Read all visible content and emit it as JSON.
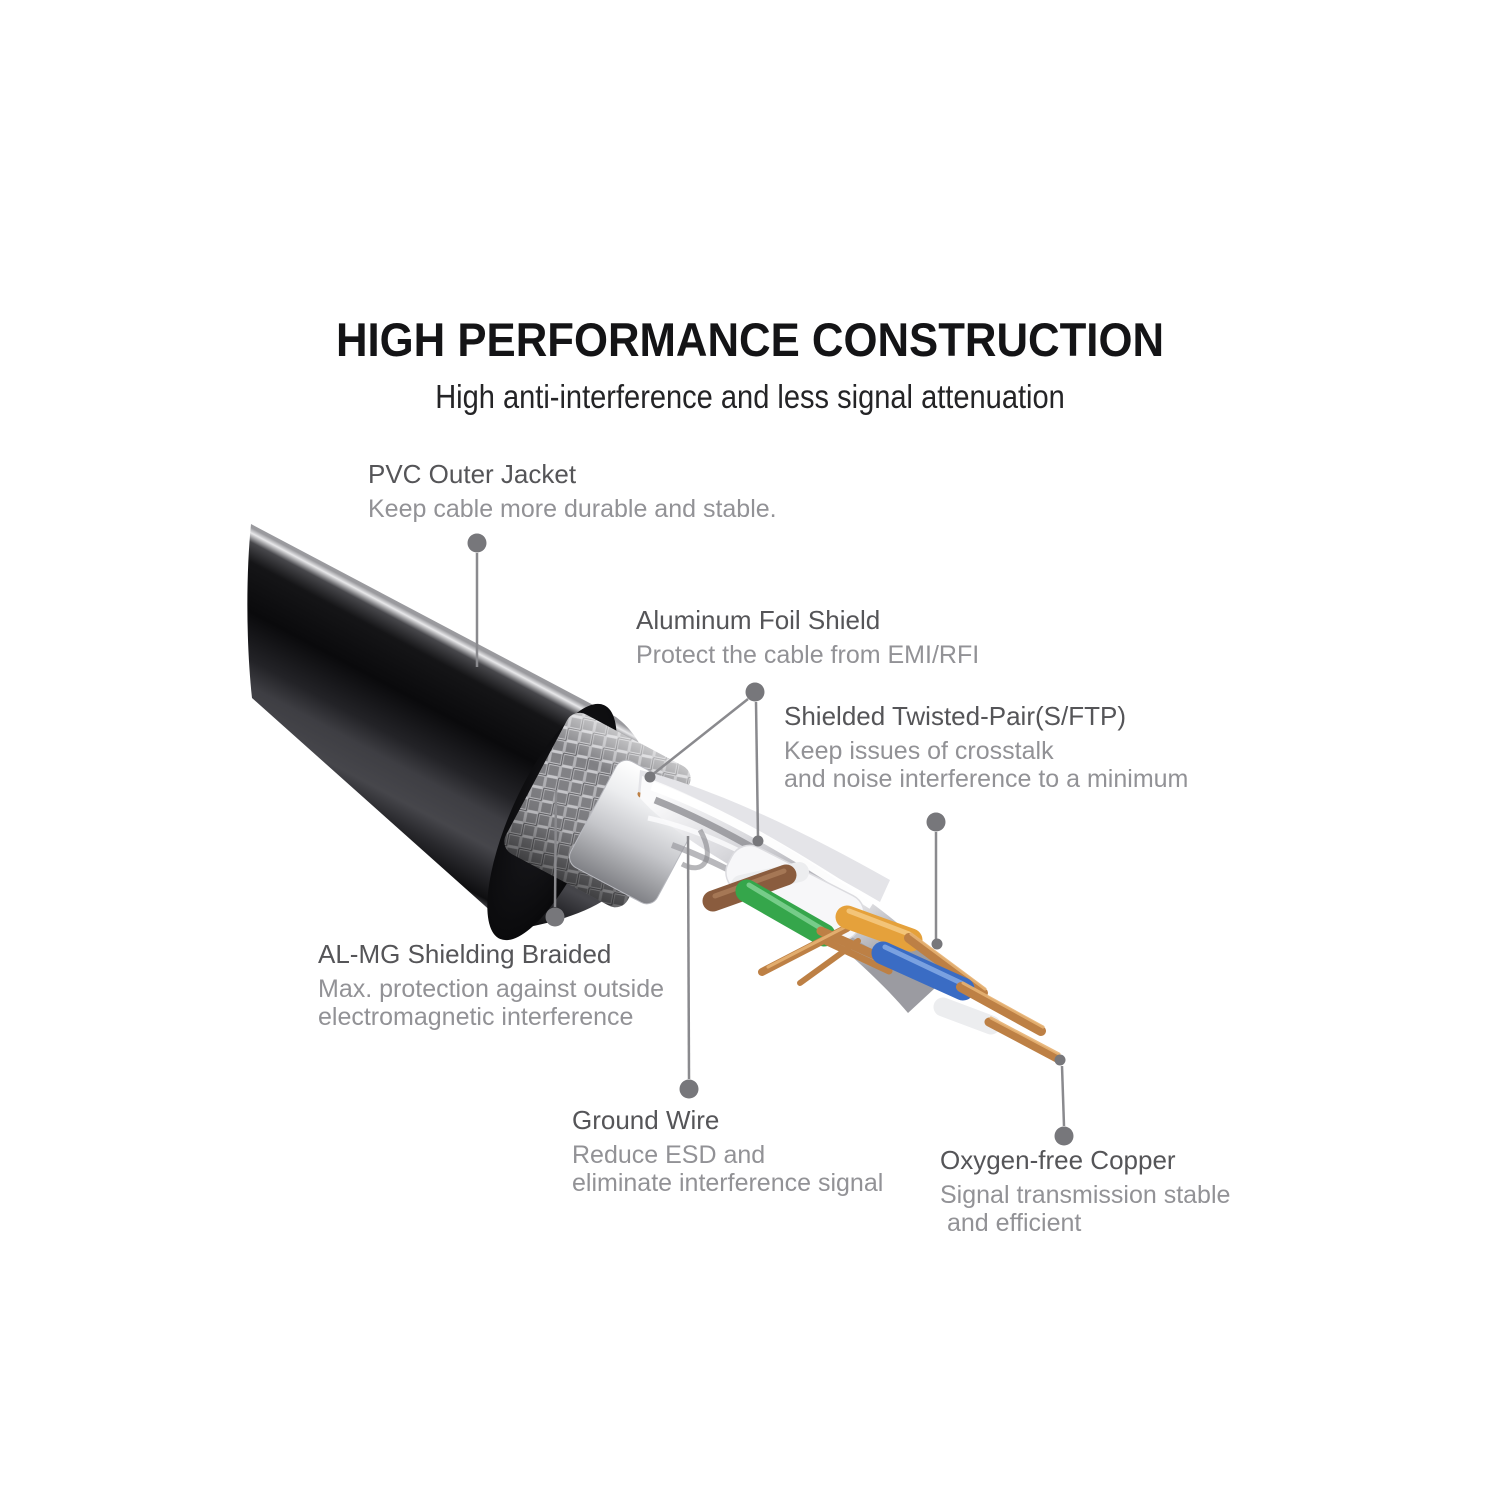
{
  "page": {
    "title": "HIGH PERFORMANCE CONSTRUCTION",
    "subtitle": "High anti-interference and less signal attenuation"
  },
  "labels": {
    "pvc": {
      "title": "PVC Outer Jacket",
      "desc1": "Keep cable more durable and stable."
    },
    "foil": {
      "title": "Aluminum Foil Shield",
      "desc1": "Protect the cable from EMI/RFI"
    },
    "sftp": {
      "title": "Shielded Twisted-Pair(S/FTP)",
      "desc1": "Keep issues of crosstalk",
      "desc2": "and noise interference to a minimum"
    },
    "braid": {
      "title": "AL-MG Shielding Braided",
      "desc1": "Max. protection against outside",
      "desc2": "electromagnetic interference"
    },
    "ground": {
      "title": "Ground Wire",
      "desc1": "Reduce ESD and",
      "desc2": "eliminate interference signal"
    },
    "copper": {
      "title": "Oxygen-free Copper",
      "desc1": "Signal transmission stable",
      "desc2": "and efficient"
    }
  },
  "colors": {
    "jacket_black": "#0c0c0e",
    "braid_silver": "#a8a8ac",
    "foil_silver": "#ededf0",
    "pair_silver": "#d6d6da",
    "wire_green": "#35a64b",
    "wire_orange": "#e5a13b",
    "wire_blue": "#3a6cc4",
    "wire_brown": "#8a5c3e",
    "wire_white": "#ecedef",
    "copper": "#bd8045",
    "copper_highlight": "#e7b273",
    "callout": "#7d7d81",
    "title_text": "#141416",
    "label_title_text": "#555558",
    "label_desc_text": "#929296"
  }
}
